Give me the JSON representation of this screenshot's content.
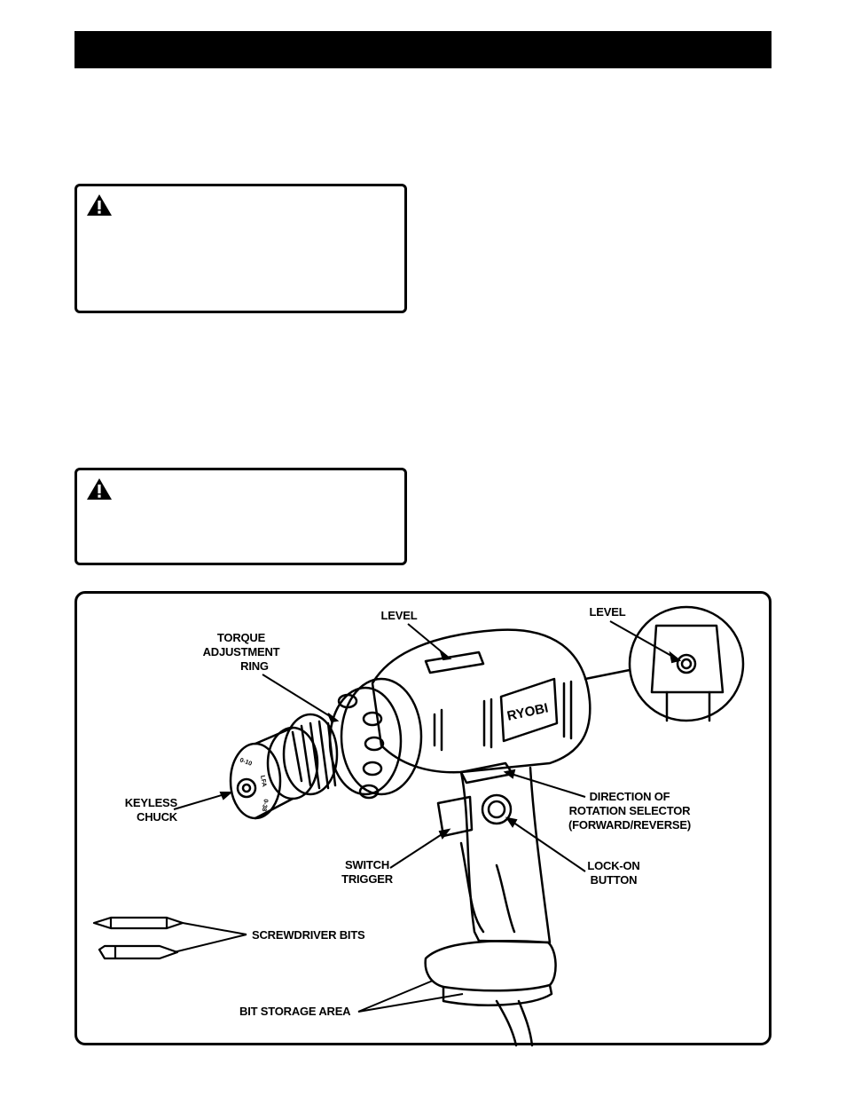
{
  "warning_icon": "warning-triangle-icon",
  "figure": {
    "labels": {
      "level_top": "LEVEL",
      "level_inset": "LEVEL",
      "torque_ring": [
        "TORQUE",
        "ADJUSTMENT",
        "RING"
      ],
      "keyless_chuck": [
        "KEYLESS",
        "CHUCK"
      ],
      "direction_selector": [
        "DIRECTION OF",
        "ROTATION SELECTOR",
        "(FORWARD/REVERSE)"
      ],
      "switch_trigger": [
        "SWITCH",
        "TRIGGER"
      ],
      "lock_on_button": [
        "LOCK-ON",
        "BUTTON"
      ],
      "screwdriver_bits": "SCREWDRIVER BITS",
      "bit_storage_area": "BIT STORAGE AREA"
    },
    "brand_logo": "RYOBI",
    "chuck_markings": [
      "0-10",
      "LFA",
      "0-38"
    ]
  }
}
